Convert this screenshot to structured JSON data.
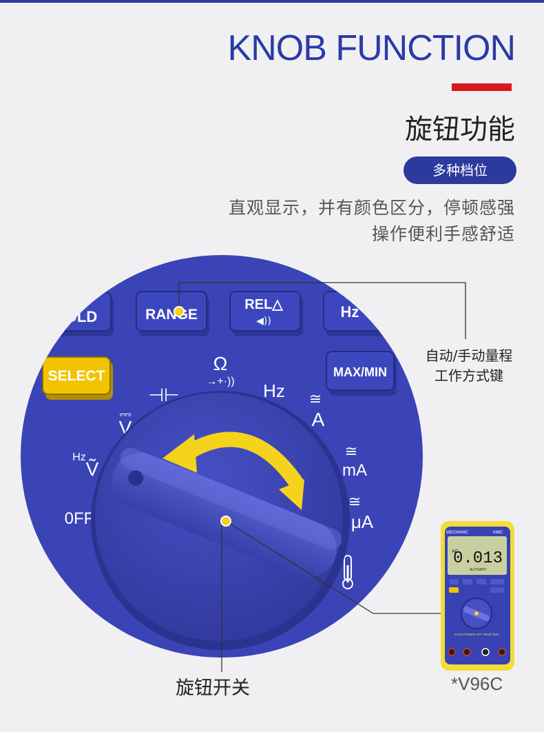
{
  "header": {
    "title": "KNOB FUNCTION",
    "subtitle": "旋钮功能",
    "pill_label": "多种档位",
    "desc_line1": "直观显示，并有颜色区分，停顿感强",
    "desc_line2": "操作便利手感舒适"
  },
  "buttons": {
    "hold": "OLD",
    "range": "RANGE",
    "rel": "REL△",
    "rel_sound": "◀))",
    "hz": "Hz",
    "select": "SELECT",
    "maxmin": "MAX/MIN"
  },
  "dial_labels": {
    "cap": "⊣⊢",
    "ohm": "Ω",
    "diode": "→+·))",
    "hz": "Hz",
    "a_ac": "≅",
    "a": "A",
    "v_dc": "⎓",
    "v": "V",
    "hz_v_hz": "Hz",
    "hz_v": "Ṽ",
    "off": "0FF",
    "ma_ac": "≅",
    "ma": "mA",
    "ua_ac": "≅",
    "ua": "μA"
  },
  "meter": {
    "brand": "MECHANIC",
    "model_tag": "V96C",
    "reading": "0.013",
    "mode": "AC",
    "auto": "AUTOAPO",
    "footer": "AUTO POWER OFF TRUE RMS"
  },
  "callouts": {
    "range_line1": "自动/手动量程",
    "range_line2": "工作方式键",
    "knob": "旋钮开关",
    "model": "*V96C"
  },
  "colors": {
    "brand_blue": "#2a3aa6",
    "device_blue": "#3842b2",
    "accent_red": "#d8191c",
    "select_yellow": "#f2c300",
    "arrow_yellow": "#f5d21b",
    "meter_yellow": "#f2dd3a"
  }
}
